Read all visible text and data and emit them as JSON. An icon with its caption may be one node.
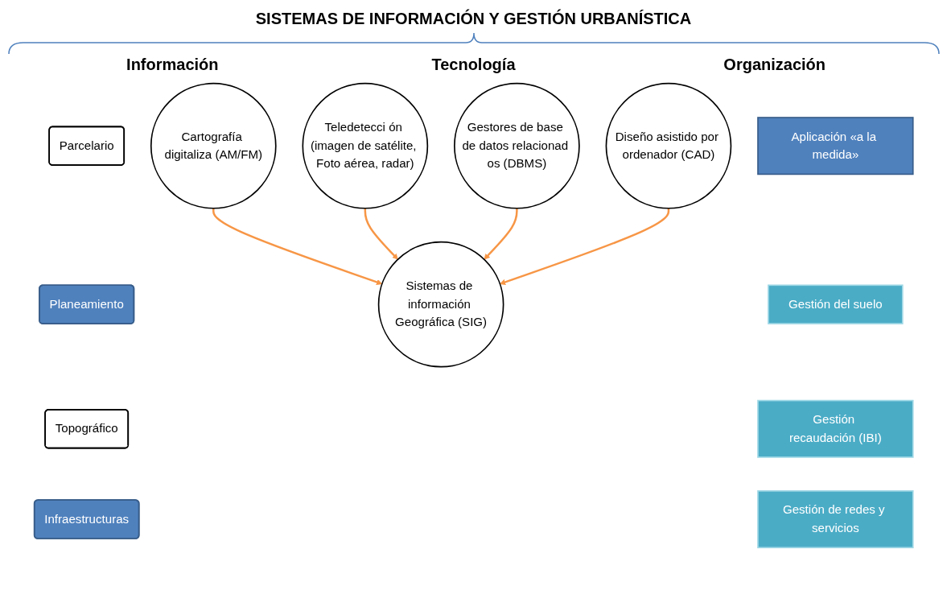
{
  "diagram": {
    "title": "SISTEMAS DE INFORMACIÓN Y GESTIÓN URBANÍSTICA",
    "nodes": [
      {
        "text": [
          "Parcelario"
        ]
      },
      {
        "text": [
          "Planeamiento"
        ]
      },
      {
        "text": [
          "Topográfico"
        ]
      },
      {
        "text": [
          "Infraestructuras"
        ]
      },
      {
        "text": [
          "Cartografía digitaliza (AM/FM)"
        ]
      },
      {
        "text": [
          "Teledetecci ón (imagen de satélite, Foto aérea, radar)"
        ]
      },
      {
        "text": [
          "Sistemas de información Geográfica (SIG)"
        ]
      },
      {
        "text": [
          "Gestores de base de datos relacionad os (DBMS)"
        ]
      },
      {
        "text": [
          "Diseño asistido por ordenador (CAD)"
        ]
      },
      {
        "text": [
          "Aplicación «a la medida»"
        ]
      },
      {
        "text": [
          "Gestión del suelo"
        ]
      },
      {
        "text": [
          "Gestión recaudación (IBI)"
        ]
      },
      {
        "text": [
          "Gestión de redes y servicios"
        ]
      }
    ],
    "edges": [
      {
        "from": 4,
        "to": 6,
        "arrow": "to"
      },
      {
        "from": 5,
        "to": 6,
        "arrow": "to"
      },
      {
        "from": 7,
        "to": 6,
        "arrow": "to"
      },
      {
        "from": 8,
        "to": 6,
        "arrow": "to"
      }
    ],
    "labels": [
      "Información",
      "Tecnología",
      "Organización"
    ]
  }
}
